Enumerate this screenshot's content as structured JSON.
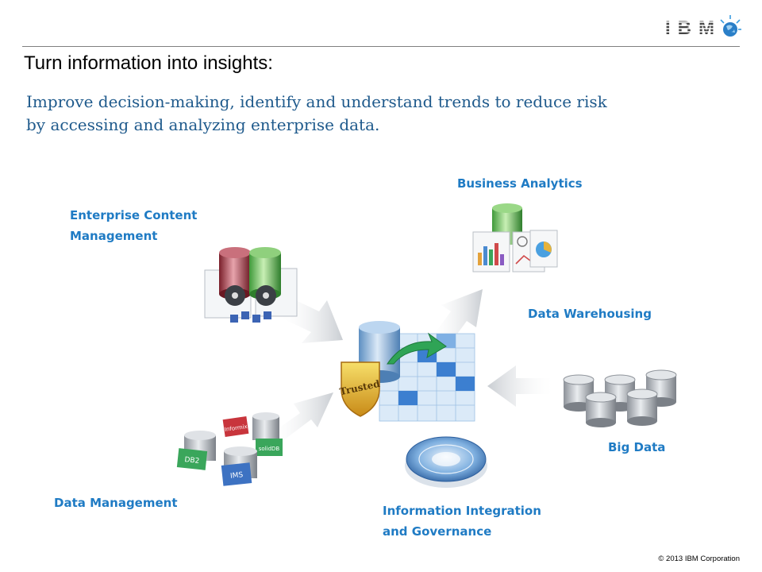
{
  "header": {
    "title": "Turn information into insights:",
    "subtitle": "Improve decision-making, identify and understand trends to reduce risk by accessing and analyzing enterprise data.",
    "logo": "IBM"
  },
  "diagram": {
    "nodes": {
      "enterprise_content": "Enterprise Content Management",
      "business_analytics": "Business Analytics",
      "data_warehousing": "Data Warehousing",
      "big_data": "Big Data",
      "data_management": "Data Management",
      "information_integration": "Information Integration and Governance"
    },
    "center_badge": "Trusted",
    "db_labels": [
      "DB2",
      "IMS",
      "Informix",
      "solidDB"
    ]
  },
  "footer": {
    "copyright": "© 2013 IBM Corporation"
  },
  "colors": {
    "label_blue": "#1f7bc4",
    "subtitle_blue": "#1f5a8c"
  }
}
